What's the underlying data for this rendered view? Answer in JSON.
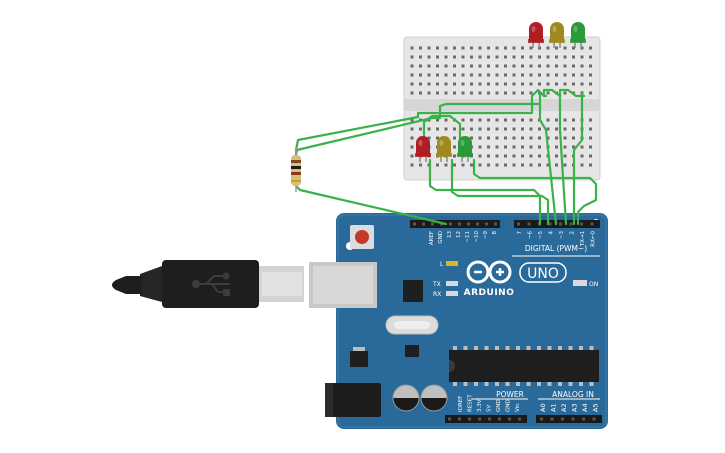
{
  "board": {
    "logo_text": "ARDUINO",
    "model": "UNO",
    "digital_label": "DIGITAL (PWM~)",
    "power_label": "POWER",
    "analog_label": "ANALOG IN",
    "on_label": "ON",
    "led_l": "L",
    "led_tx": "TX",
    "led_rx": "RX",
    "top_pins": [
      "AREF",
      "GND",
      "13",
      "12",
      "~11",
      "~10",
      "~9",
      "8",
      "7",
      "~6",
      "~5",
      "4",
      "~3",
      "2",
      "TX→1",
      "RX←0"
    ],
    "power_pins": [
      "IOREF",
      "RESET",
      "3.3V",
      "5V",
      "GND",
      "GND",
      "Vin"
    ],
    "analog_pins": [
      "A0",
      "A1",
      "A2",
      "A3",
      "A4",
      "A5"
    ]
  },
  "colors": {
    "board_blue": "#2a6a9a",
    "wire_green": "#3ab24a",
    "led_red": "#b01e24",
    "led_yellow": "#a08a1e",
    "led_green": "#2a9a3a",
    "breadboard": "#e8e8e8",
    "usb_black": "#1e1e1e"
  }
}
